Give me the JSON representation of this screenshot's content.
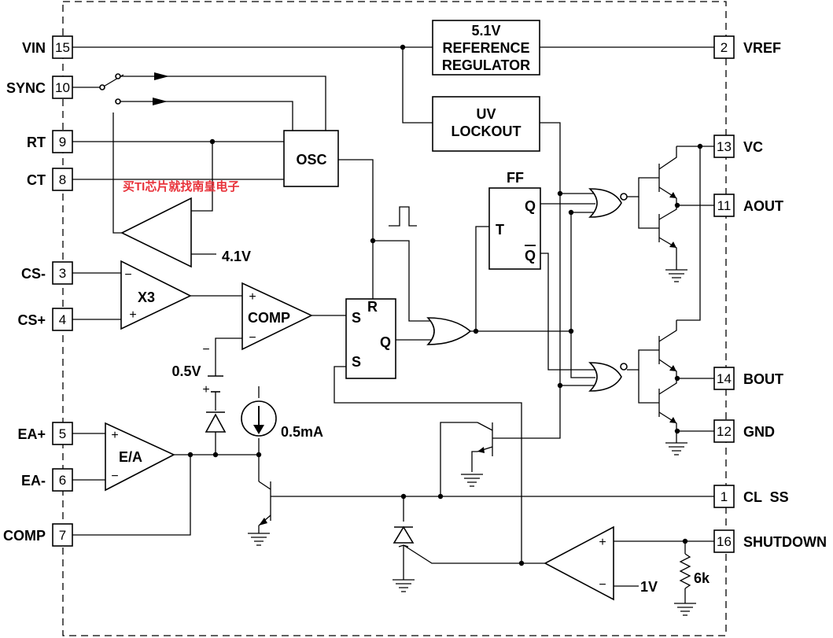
{
  "pins": [
    {
      "number": "15",
      "name": "VIN"
    },
    {
      "number": "10",
      "name": "SYNC"
    },
    {
      "number": "9",
      "name": "RT"
    },
    {
      "number": "8",
      "name": "CT"
    },
    {
      "number": "3",
      "name": "CS-"
    },
    {
      "number": "4",
      "name": "CS+"
    },
    {
      "number": "5",
      "name": "EA+"
    },
    {
      "number": "6",
      "name": "EA-"
    },
    {
      "number": "7",
      "name": "COMP"
    },
    {
      "number": "2",
      "name": "VREF"
    },
    {
      "number": "13",
      "name": "VC"
    },
    {
      "number": "11",
      "name": "AOUT"
    },
    {
      "number": "14",
      "name": "BOUT"
    },
    {
      "number": "12",
      "name": "GND"
    },
    {
      "number": "1",
      "name": "CL  SS"
    },
    {
      "number": "16",
      "name": "SHUTDOWN"
    }
  ],
  "blocks": {
    "vref_line1": "5.1V",
    "vref_line2": "REFERENCE",
    "vref_line3": "REGULATOR",
    "uv_line1": "UV",
    "uv_line2": "LOCKOUT",
    "osc": "OSC",
    "ff": "FF",
    "ff_q": "Q",
    "ff_t": "T",
    "ff_qbar": "Q",
    "x3": "X3",
    "comp": "COMP",
    "ea": "E/A",
    "latch_s1": "S",
    "latch_r": "R",
    "latch_s2": "S",
    "latch_q": "Q"
  },
  "labels": {
    "v41": "4.1V",
    "v05": "0.5V",
    "i05": "0.5mA",
    "v1": "1V",
    "r6k": "6k",
    "minus": "−",
    "plus": "+"
  },
  "watermark": "买TI芯片就找南皇电子"
}
